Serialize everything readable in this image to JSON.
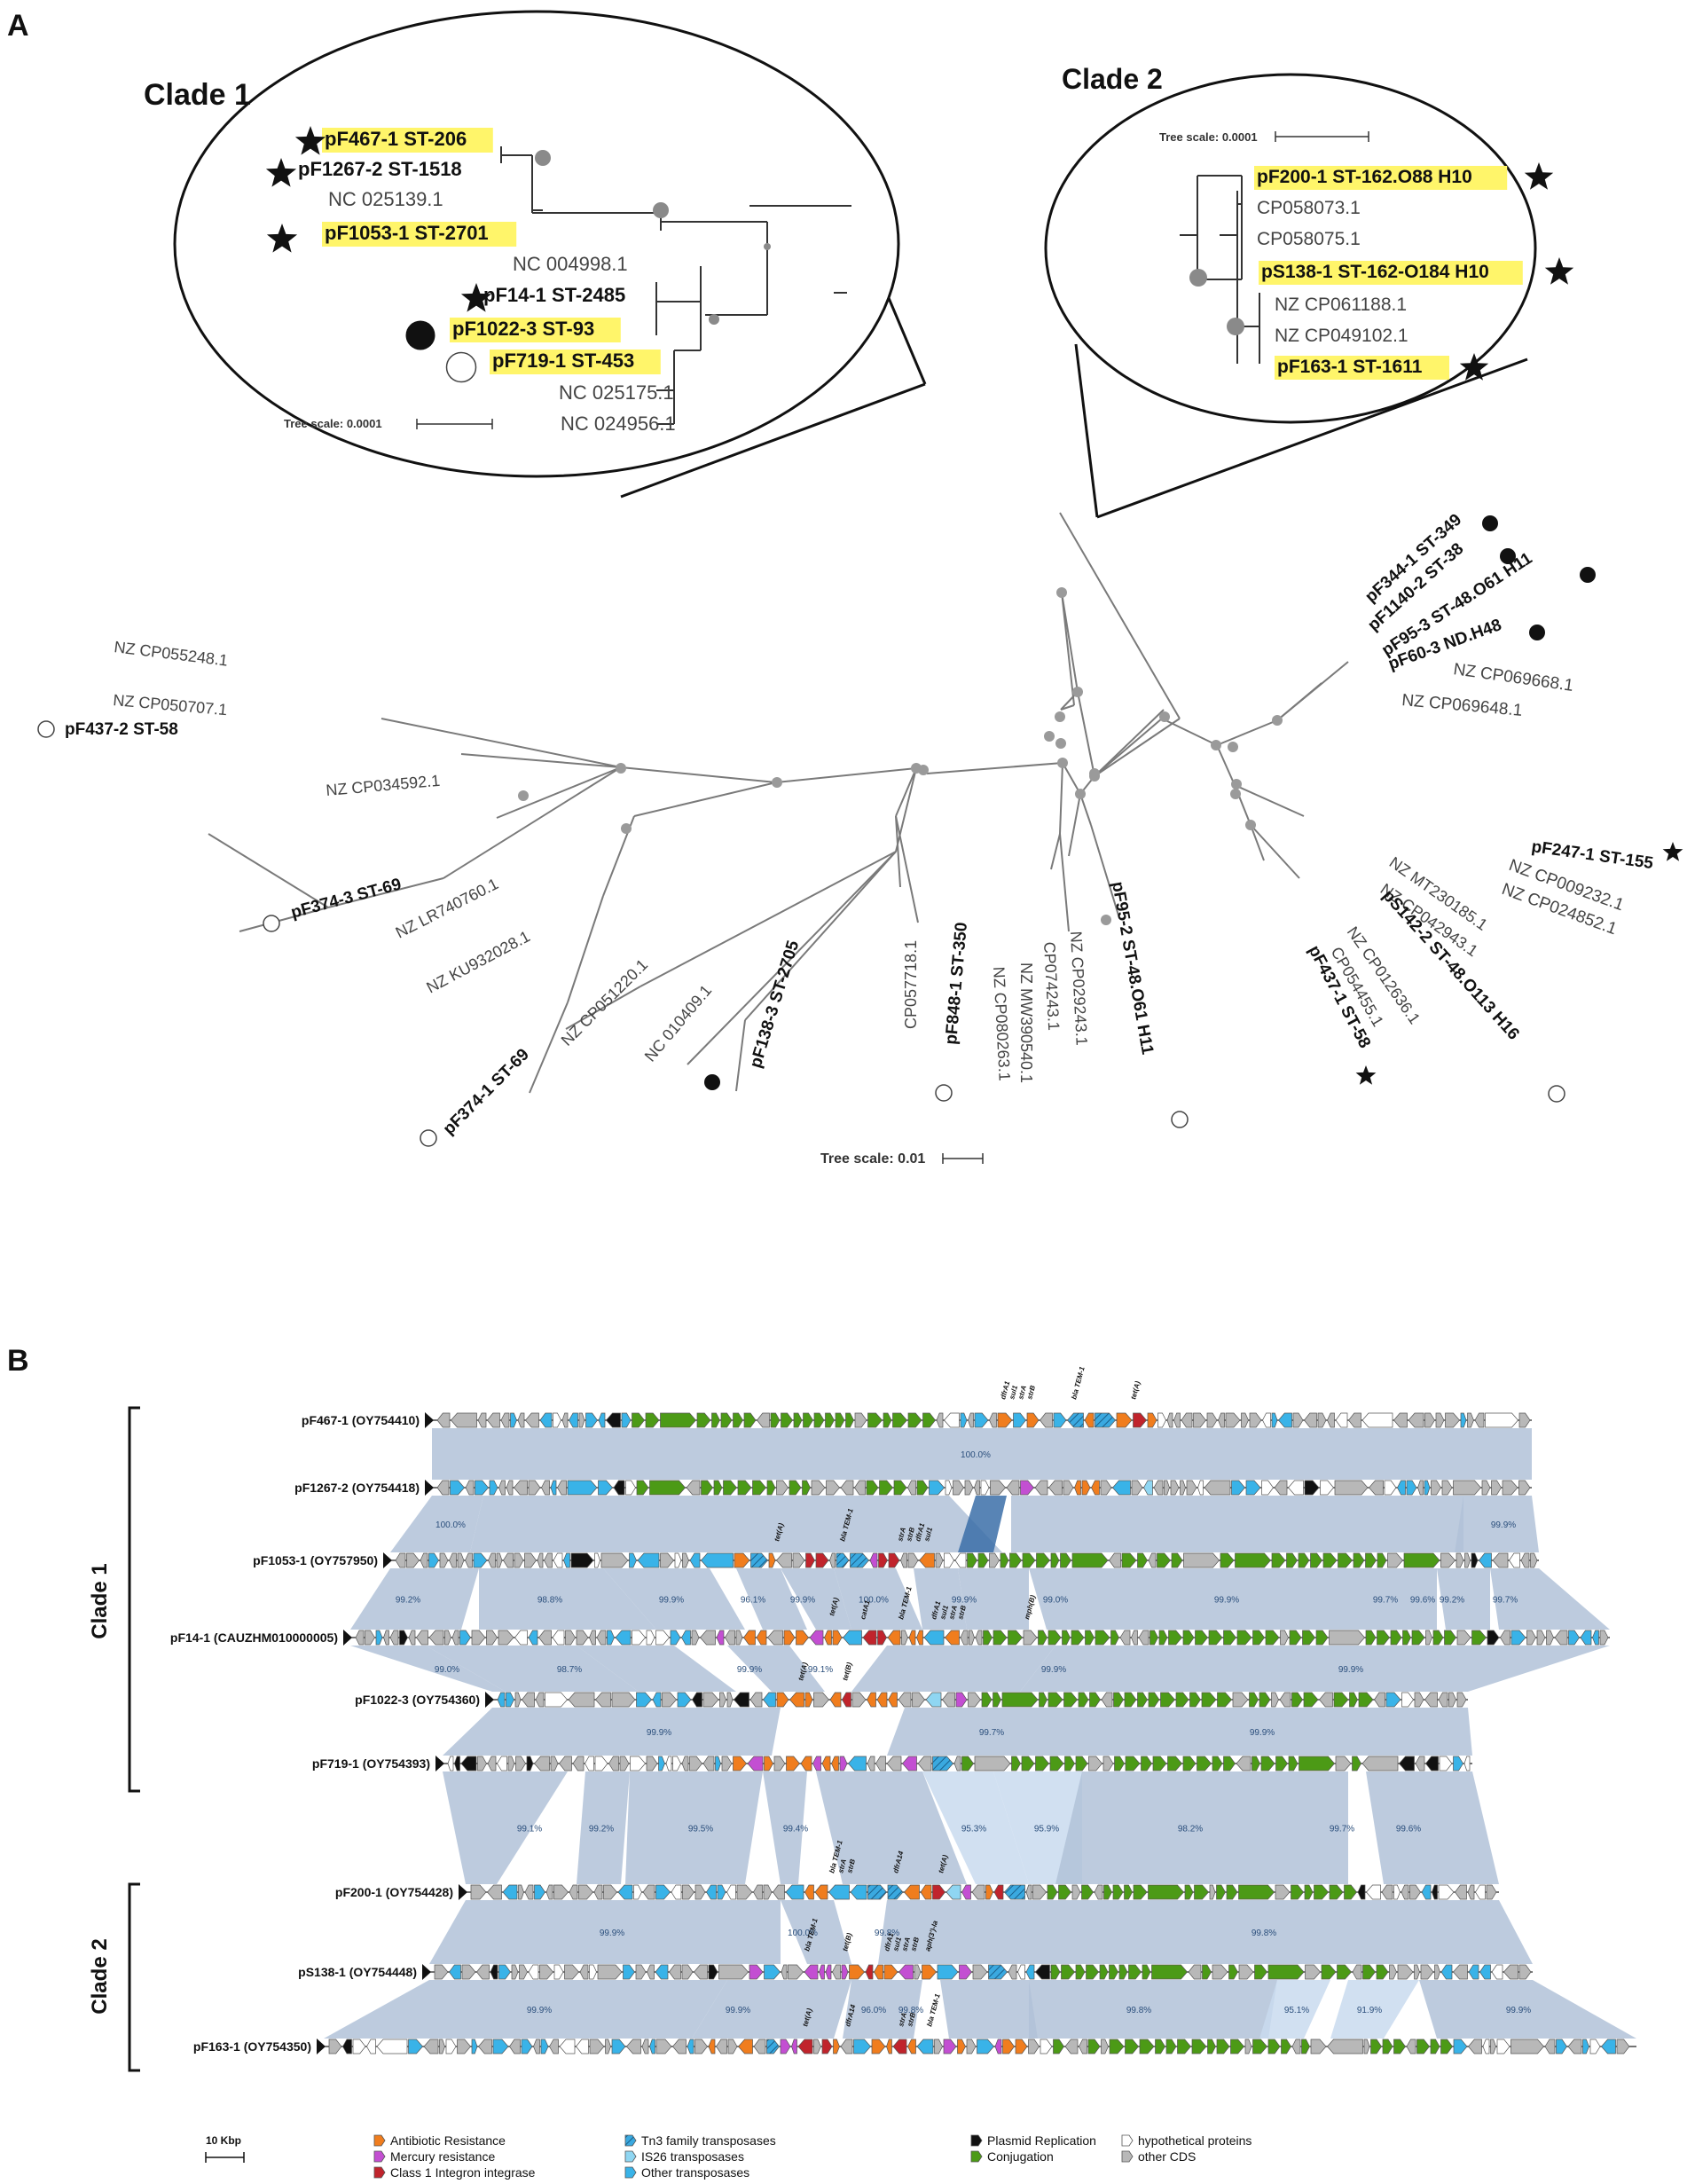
{
  "panelA": {
    "label": "A",
    "clade1": {
      "title": "Clade 1",
      "scale": "Tree scale: 0.0001",
      "leaves": [
        {
          "text": "pF467-1 ST-206",
          "bold": true,
          "hl": true,
          "marker": "star"
        },
        {
          "text": "pF1267-2 ST-1518",
          "bold": true,
          "hl": false,
          "marker": "star"
        },
        {
          "text": "NC 025139.1",
          "bold": false,
          "hl": false,
          "marker": ""
        },
        {
          "text": "pF1053-1 ST-2701",
          "bold": true,
          "hl": true,
          "marker": "star"
        },
        {
          "text": "NC 004998.1",
          "bold": false,
          "hl": false,
          "marker": ""
        },
        {
          "text": "pF14-1 ST-2485",
          "bold": true,
          "hl": false,
          "marker": "star"
        },
        {
          "text": "pF1022-3 ST-93",
          "bold": true,
          "hl": true,
          "marker": "dot"
        },
        {
          "text": "pF719-1 ST-453",
          "bold": true,
          "hl": true,
          "marker": "circle"
        },
        {
          "text": "NC 025175.1",
          "bold": false,
          "hl": false,
          "marker": ""
        },
        {
          "text": "NC 024956.1",
          "bold": false,
          "hl": false,
          "marker": ""
        }
      ]
    },
    "clade2": {
      "title": "Clade 2",
      "scale": "Tree scale: 0.0001",
      "leaves": [
        {
          "text": "pF200-1 ST-162.O88 H10",
          "bold": true,
          "hl": true,
          "marker": "star"
        },
        {
          "text": "CP058073.1",
          "bold": false,
          "hl": false,
          "marker": ""
        },
        {
          "text": "CP058075.1",
          "bold": false,
          "hl": false,
          "marker": ""
        },
        {
          "text": "pS138-1 ST-162-O184 H10",
          "bold": true,
          "hl": true,
          "marker": "star"
        },
        {
          "text": "NZ CP061188.1",
          "bold": false,
          "hl": false,
          "marker": ""
        },
        {
          "text": "NZ CP049102.1",
          "bold": false,
          "hl": false,
          "marker": ""
        },
        {
          "text": "pF163-1 ST-1611",
          "bold": true,
          "hl": true,
          "marker": "star"
        }
      ]
    },
    "treeScale": "Tree scale: 0.01",
    "outerLeaves": [
      {
        "text": "pF344-1 ST-349",
        "bold": true,
        "marker": "dot"
      },
      {
        "text": "pF1140-2 ST-38",
        "bold": true,
        "marker": "dot"
      },
      {
        "text": "pF95-3 ST-48.O61 H11",
        "bold": true,
        "marker": "dot"
      },
      {
        "text": "pF60-3 ND.H48",
        "bold": true,
        "marker": "dot"
      },
      {
        "text": "NZ CP069668.1",
        "bold": false,
        "marker": ""
      },
      {
        "text": "NZ CP069648.1",
        "bold": false,
        "marker": ""
      },
      {
        "text": "pF247-1 ST-155",
        "bold": true,
        "marker": "star"
      },
      {
        "text": "NZ CP009232.1",
        "bold": false,
        "marker": ""
      },
      {
        "text": "NZ CP024852.1",
        "bold": false,
        "marker": ""
      },
      {
        "text": "NZ MT230185.1",
        "bold": false,
        "marker": ""
      },
      {
        "text": "NZ CP042943.1",
        "bold": false,
        "marker": ""
      },
      {
        "text": "pS142-2 ST-48.O113 H16",
        "bold": true,
        "marker": "circle"
      },
      {
        "text": "NZ CP012636.1",
        "bold": false,
        "marker": ""
      },
      {
        "text": "CP054455.1",
        "bold": false,
        "marker": ""
      },
      {
        "text": "pF437-1 ST-58",
        "bold": true,
        "marker": "star"
      },
      {
        "text": "pF95-2 ST-48.O61 H11",
        "bold": true,
        "marker": "circle"
      },
      {
        "text": "NZ CP029243.1",
        "bold": false,
        "marker": ""
      },
      {
        "text": "CP074243.1",
        "bold": false,
        "marker": ""
      },
      {
        "text": "NZ MW390540.1",
        "bold": false,
        "marker": ""
      },
      {
        "text": "NZ CP080263.1",
        "bold": false,
        "marker": ""
      },
      {
        "text": "pF848-1 ST-350",
        "bold": true,
        "marker": "circle"
      },
      {
        "text": "CP057718.1",
        "bold": false,
        "marker": ""
      },
      {
        "text": "pF138-3 ST-2705",
        "bold": true,
        "marker": "dot"
      },
      {
        "text": "NC 010409.1",
        "bold": false,
        "marker": ""
      },
      {
        "text": "NZ CP051220.1",
        "bold": false,
        "marker": ""
      },
      {
        "text": "pF374-1 ST-69",
        "bold": true,
        "marker": "circle"
      },
      {
        "text": "NZ KU932028.1",
        "bold": false,
        "marker": ""
      },
      {
        "text": "NZ LR740760.1",
        "bold": false,
        "marker": ""
      },
      {
        "text": "pF374-3 ST-69",
        "bold": true,
        "marker": "circle"
      },
      {
        "text": "NZ CP034592.1",
        "bold": false,
        "marker": ""
      },
      {
        "text": "pF437-2 ST-58",
        "bold": true,
        "marker": "circle"
      },
      {
        "text": "NZ CP050707.1",
        "bold": false,
        "marker": ""
      },
      {
        "text": "NZ CP055248.1",
        "bold": false,
        "marker": ""
      }
    ]
  },
  "panelB": {
    "label": "B",
    "clades": [
      "Clade 1",
      "Clade 2"
    ],
    "tracks": [
      "pF467-1 (OY754410)",
      "pF1267-2 (OY754418)",
      "pF1053-1 (OY757950)",
      "pF14-1 (CAUZHM010000005)",
      "pF1022-3 (OY754360)",
      "pF719-1 (OY754393)",
      "pF200-1 (OY754428)",
      "pS138-1 (OY754448)",
      "pF163-1 (OY754350)"
    ],
    "identities": [
      [
        "100.0%"
      ],
      [
        "100.0%",
        "99.9%"
      ],
      [
        "99.2%",
        "98.8%",
        "99.9%",
        "96.1%",
        "99.9%",
        "100.0%",
        "99.9%",
        "99.0%",
        "99.9%",
        "99.7%",
        "99.6%",
        "99.2%",
        "99.7%"
      ],
      [
        "99.0%",
        "98.7%",
        "99.9%",
        "99.1%",
        "99.9%",
        "99.9%"
      ],
      [
        "99.9%",
        "99.7%",
        "99.9%"
      ],
      [
        "99.1%",
        "99.2%",
        "99.5%",
        "99.4%",
        "95.3%",
        "95.9%",
        "98.2%",
        "99.7%",
        "99.6%"
      ],
      [
        "99.9%",
        "100.0%",
        "99.8%",
        "99.8%"
      ],
      [
        "99.9%",
        "99.9%",
        "96.0%",
        "99.8%",
        "99.8%",
        "95.1%",
        "91.9%",
        "99.9%"
      ]
    ],
    "genes": [
      "dfrA1",
      "sul1",
      "bla TEM-1",
      "tet(A)",
      "catA1",
      "strA",
      "strB",
      "dfrA14",
      "tet(B)",
      "aph(3')-Ia",
      "mph(B)"
    ],
    "scaleBar": "10 Kbp",
    "legend": [
      {
        "label": "Antibiotic Resistance",
        "color": "#f07d1e",
        "shape": "arrow"
      },
      {
        "label": "Mercury resistance",
        "color": "#c34fd2",
        "shape": "arrow"
      },
      {
        "label": "Class 1 Integron integrase",
        "color": "#c0242c",
        "shape": "arrow"
      },
      {
        "label": "Tn3 family transposases",
        "color": "#3aa9e0",
        "shape": "hatch"
      },
      {
        "label": "IS26 transposases",
        "color": "#8fd6f2",
        "shape": "arrow"
      },
      {
        "label": "Other transposases",
        "color": "#39b3e8",
        "shape": "arrow"
      },
      {
        "label": "Plasmid Replication",
        "color": "#111111",
        "shape": "arrow"
      },
      {
        "label": "Conjugation",
        "color": "#4c9a16",
        "shape": "arrow"
      },
      {
        "label": "hypothetical proteins",
        "color": "#ffffff",
        "shape": "arrow"
      },
      {
        "label": "other CDS",
        "color": "#b8b8b8",
        "shape": "arrow"
      }
    ]
  }
}
